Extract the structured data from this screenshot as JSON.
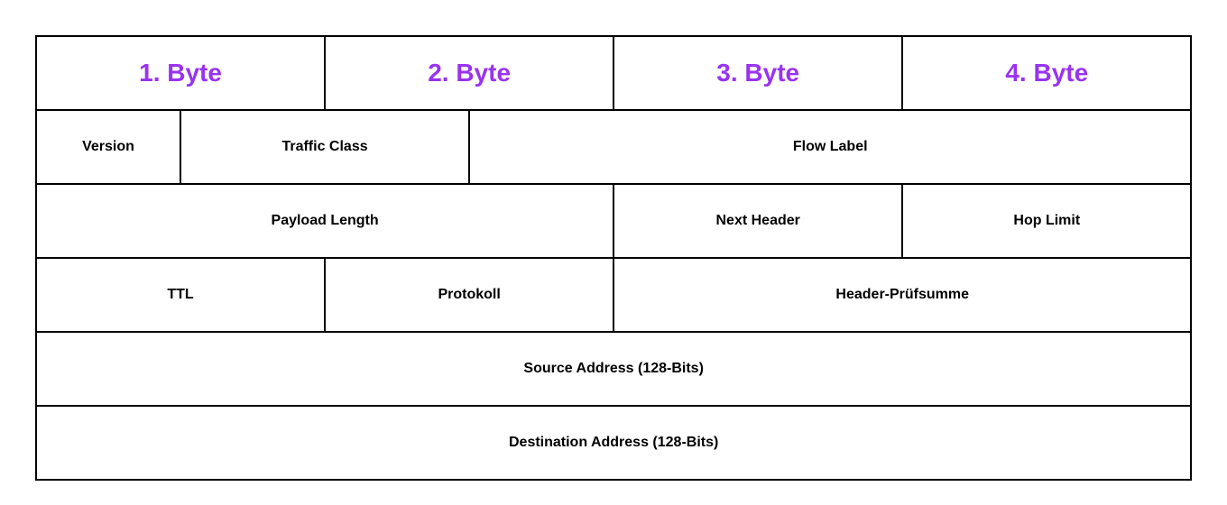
{
  "colors": {
    "byte_header_text": "#9933f0",
    "field_text": "#000000",
    "border": "#000000",
    "background": "#ffffff"
  },
  "table": {
    "bits_per_row": 32,
    "byte_headers": [
      "1. Byte",
      "2. Byte",
      "3. Byte",
      "4. Byte"
    ],
    "rows": [
      [
        {
          "label": "Version",
          "bits": 4
        },
        {
          "label": "Traffic Class",
          "bits": 8
        },
        {
          "label": "Flow Label",
          "bits": 20
        }
      ],
      [
        {
          "label": "Payload Length",
          "bits": 16
        },
        {
          "label": "Next Header",
          "bits": 8
        },
        {
          "label": "Hop Limit",
          "bits": 8
        }
      ],
      [
        {
          "label": "TTL",
          "bits": 8
        },
        {
          "label": "Protokoll",
          "bits": 8
        },
        {
          "label": "Header-Prüfsumme",
          "bits": 16
        }
      ],
      [
        {
          "label": "Source Address (128-Bits)",
          "bits": 32
        }
      ],
      [
        {
          "label": "Destination Address (128-Bits)",
          "bits": 32
        }
      ]
    ]
  }
}
